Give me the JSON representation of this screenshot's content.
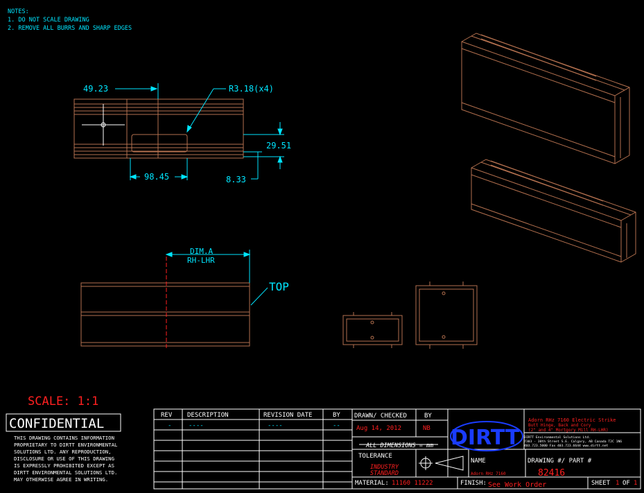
{
  "notes": {
    "title": "NOTES:",
    "items": [
      "1. DO NOT SCALE DRAWING",
      "2. REMOVE ALL BURRS AND SHARP EDGES"
    ]
  },
  "dimensions": {
    "d1": "49.23",
    "radius": "R3.18(x4)",
    "d2": "29.51",
    "d3": "98.45",
    "d4": "8.33",
    "dim_a_line1": "DIM.A",
    "dim_a_line2": "RH-LHR",
    "top_label": "TOP"
  },
  "scale": "SCALE: 1:1",
  "confidential": {
    "title": "CONFIDENTIAL",
    "lines": [
      "THIS DRAWING CONTAINS INFORMATION",
      "PROPRIETARY TO DIRTT ENVIRONMENTAL",
      "SOLUTIONS LTD. ANY REPRODUCTION,",
      "DISCLOSURE OR USE OF THIS DRAWING",
      "IS EXPRESSLY PROHIBITED EXCEPT AS",
      "DIRTT ENVIRONMENTAL SOLUTIONS LTD.",
      "MAY OTHERWISE AGREE IN WRITING."
    ]
  },
  "revision_table": {
    "headers": [
      "REV",
      "DESCRIPTION",
      "REVISION DATE",
      "BY"
    ],
    "row": [
      "-",
      "----",
      "----",
      "--"
    ]
  },
  "drawn": {
    "header": "DRAWN/ CHECKED",
    "by_header": "BY",
    "date": "Aug 14, 2012",
    "by": "NB"
  },
  "units_note": "ALL DIMENSIONS = mm",
  "tolerance": {
    "label": "TOLERANCE",
    "line1": "INDUSTRY",
    "line2": "STANDARD"
  },
  "material": {
    "label": "MATERIAL:",
    "value": "11160 11222"
  },
  "finish": {
    "label": "FINISH:",
    "value": "See Work Order"
  },
  "logo": "DIRTT",
  "title_block": {
    "title1": "Adorn RHz 7160 Electric Strike",
    "title2": "Butt Hinge, Back and Cory",
    "title3": "(2\" and 4\" Mortgory Mill RH-LHR)",
    "company1": "DIRTT Environmental Solutions Ltd.",
    "company2": "7303 - 30th Street S.E. Calgary, AB  Canada  T2C 1N6",
    "company3": "403.723.5000  Fax 403.723.6644  www.dirtt.net",
    "name_label": "NAME",
    "name_value": "Adorn RHz 7160",
    "drawing_label": "DRAWING #/ PART #",
    "drawing_value": "82416",
    "sheet_label": "SHEET",
    "sheet_current": "1",
    "sheet_of": "OF",
    "sheet_total": "1"
  },
  "colors": {
    "part": "#b5714f",
    "dimension": "#00e5ff",
    "border": "#ffffff",
    "accent": "#ff2020",
    "logo": "#1a3cff"
  }
}
